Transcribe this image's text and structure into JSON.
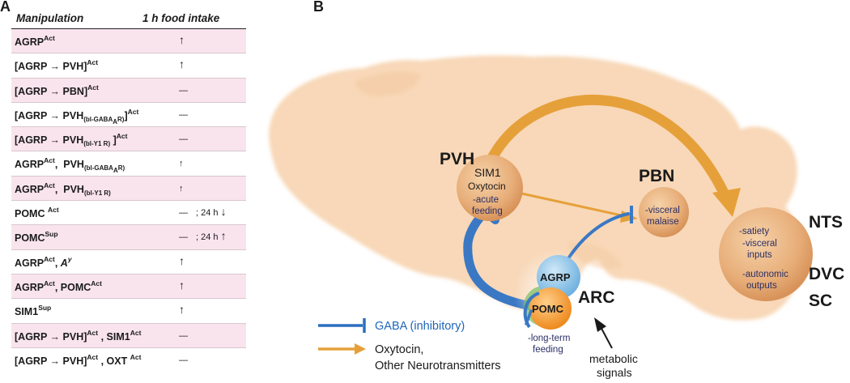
{
  "panel_a": {
    "letter": "A",
    "header": {
      "manipulation": "Manipulation",
      "intake": "1 h food intake"
    },
    "rows": [
      {
        "pink": true
      },
      {
        "pink": false
      },
      {
        "pink": true
      },
      {
        "pink": false
      },
      {
        "pink": true
      },
      {
        "pink": false
      },
      {
        "pink": true
      },
      {
        "pink": false
      },
      {
        "pink": true
      },
      {
        "pink": false
      },
      {
        "pink": true
      },
      {
        "pink": false
      },
      {
        "pink": true
      },
      {
        "pink": false
      }
    ],
    "text": {
      "agrp": "AGRP",
      "act": "Act",
      "sup": "Sup",
      "arrow": "→",
      "pvh": "PVH",
      "pbn": "PBN",
      "bl_gaba_a_pre": "(bl-GABA",
      "bl_gaba_a_sub": "A",
      "bl_gaba_a_post": "R)",
      "bl_y1": "(bl-Y1 R)",
      "pomc": "POMC",
      "sim1": "SIM1",
      "oxt": "OXT",
      "ay": "A",
      "ay_sup": "y",
      "up": "↑",
      "down": "↓",
      "dash": "—",
      "note_24h": "; 24 h"
    }
  },
  "panel_b": {
    "letter": "B",
    "nodes": {
      "pvh_title": "PVH",
      "pvh_sim1": "SIM1",
      "pvh_oxytocin": "Oxytocin",
      "pvh_acute": "-acute",
      "pvh_feeding": "feeding",
      "pbn_title": "PBN",
      "pbn_visceral": "-visceral",
      "pbn_malaise": "malaise",
      "nts_title": "NTS",
      "dvc_title": "DVC",
      "sc_title": "SC",
      "nts_satiety": "-satiety",
      "nts_visceral": "-visceral",
      "nts_inputs": "inputs",
      "nts_autonomic": "-autonomic",
      "nts_outputs": "outputs",
      "agrp": "AGRP",
      "pomc": "POMC",
      "arc": "ARC",
      "arc_longterm": "-long-term",
      "arc_feeding": "feeding",
      "metabolic": "metabolic",
      "signals": "signals"
    },
    "legend": {
      "gaba": "GABA (inhibitory)",
      "oxytocin": "Oxytocin,",
      "other": "Other Neurotransmitters"
    },
    "colors": {
      "brain": "#f7d7b6",
      "node": "#e9b080",
      "orange_arrow": "#e7a23e",
      "blue_arrow": "#2a6fbf",
      "agrp": "#8fc4e6",
      "pomc": "#f0922c",
      "row_pink": "#f9e4ee"
    }
  }
}
